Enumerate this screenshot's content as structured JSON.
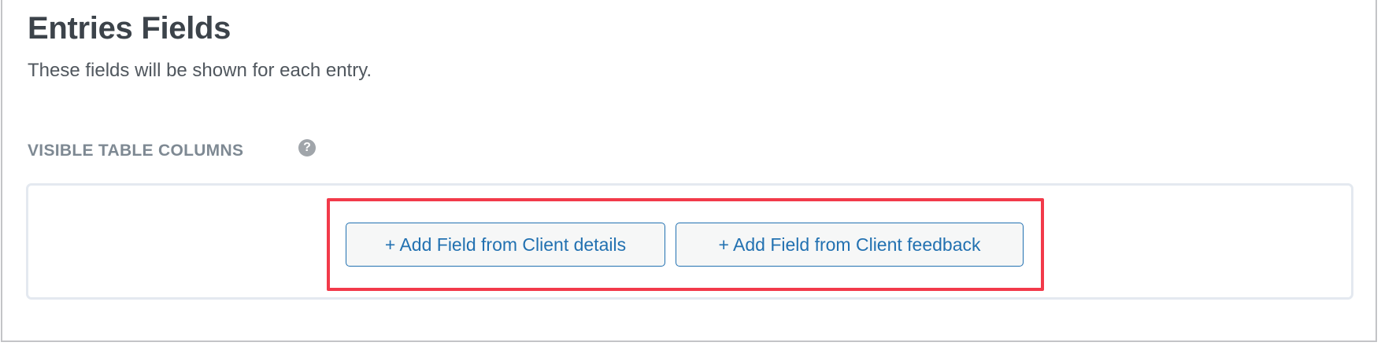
{
  "section": {
    "title": "Entries Fields",
    "description": "These fields will be shown for each entry."
  },
  "columns": {
    "label": "VISIBLE TABLE COLUMNS",
    "help_icon": "question-circle-icon",
    "help_glyph": "?",
    "buttons": [
      {
        "label": "+ Add Field from Client details"
      },
      {
        "label": "+ Add Field from Client feedback"
      }
    ]
  },
  "colors": {
    "accent": "#2271b1",
    "highlight": "#f23a4a",
    "title": "#3c434a"
  }
}
